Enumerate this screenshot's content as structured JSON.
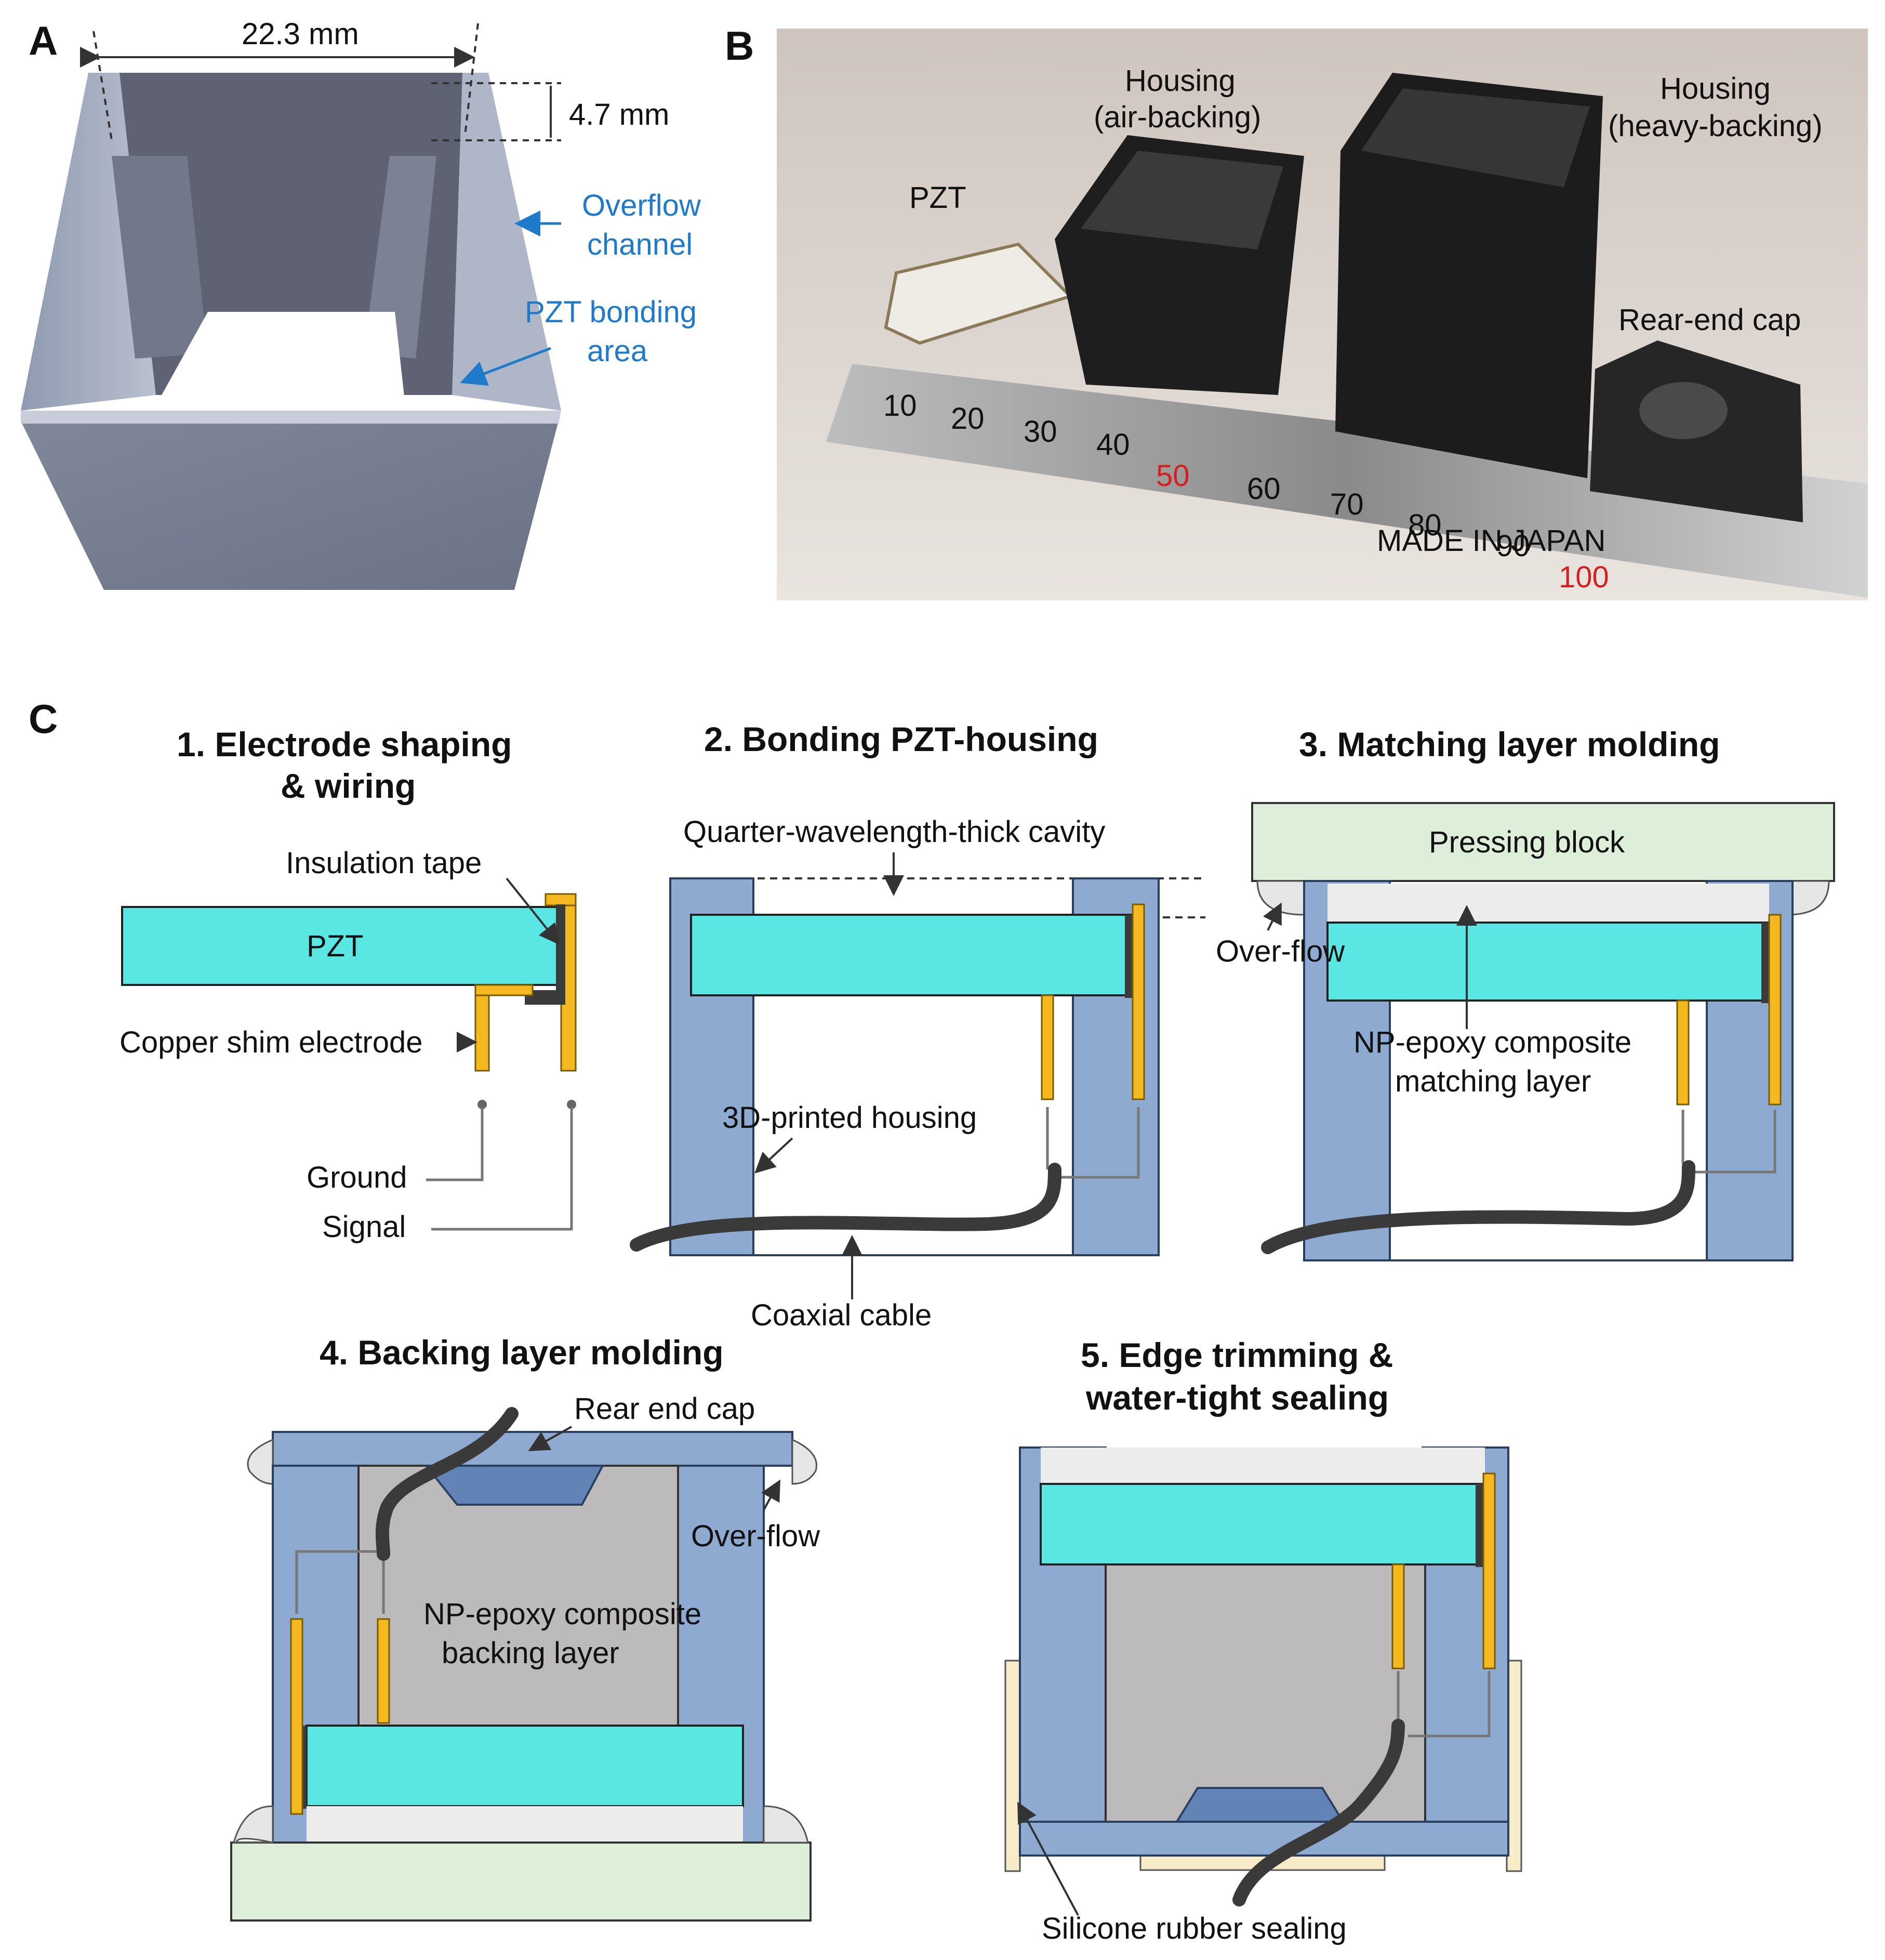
{
  "panels": {
    "a": {
      "letter": "A",
      "dim_width": "22.3 mm",
      "dim_depth": "4.7 mm",
      "overflow_label_1": "Overflow",
      "overflow_label_2": "channel",
      "bonding_label_1": "PZT bonding",
      "bonding_label_2": "area"
    },
    "b": {
      "letter": "B",
      "pzt": "PZT",
      "housing_air_1": "Housing",
      "housing_air_2": "(air-backing)",
      "housing_heavy_1": "Housing",
      "housing_heavy_2": "(heavy-backing)",
      "rear_cap": "Rear-end cap",
      "ruler_marks": [
        "10",
        "20",
        "30",
        "40",
        "50",
        "60",
        "70",
        "80",
        "90",
        "100"
      ],
      "ruler_text": "MADE IN JAPAN"
    },
    "c": {
      "letter": "C",
      "steps": {
        "s1_title_1": "1. Electrode shaping",
        "s1_title_2": "& wiring",
        "s2_title": "2. Bonding PZT-housing",
        "s3_title": "3. Matching layer molding",
        "s4_title": "4. Backing layer molding",
        "s5_title_1": "5. Edge trimming &",
        "s5_title_2": "water-tight sealing"
      },
      "labels": {
        "insulation_tape": "Insulation tape",
        "pzt": "PZT",
        "copper_shim": "Copper shim electrode",
        "ground": "Ground",
        "signal": "Signal",
        "quarter_cavity": "Quarter-wavelength-thick cavity",
        "housing_3d": "3D-printed housing",
        "coax": "Coaxial cable",
        "pressing_block": "Pressing block",
        "overflow": "Over-flow",
        "matching_1": "NP-epoxy composite",
        "matching_2": "matching layer",
        "rear_end_cap": "Rear end cap",
        "overflow_2": "Over-flow",
        "backing_1": "NP-epoxy composite",
        "backing_2": "backing layer",
        "silicone": "Silicone rubber sealing"
      }
    }
  }
}
